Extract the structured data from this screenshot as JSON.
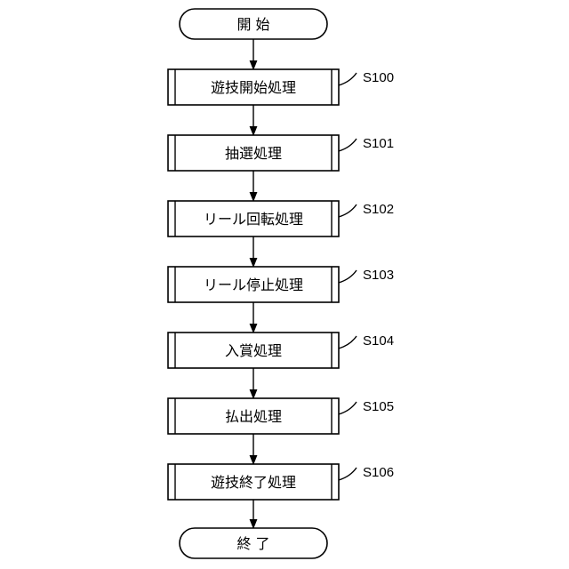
{
  "diagram": {
    "start_label": "開 始",
    "end_label": "終 了",
    "steps": [
      {
        "id": "S100",
        "label": "遊技開始処理"
      },
      {
        "id": "S101",
        "label": "抽選処理"
      },
      {
        "id": "S102",
        "label": "リール回転処理"
      },
      {
        "id": "S103",
        "label": "リール停止処理"
      },
      {
        "id": "S104",
        "label": "入賞処理"
      },
      {
        "id": "S105",
        "label": "払出処理"
      },
      {
        "id": "S106",
        "label": "遊技終了処理"
      }
    ]
  }
}
